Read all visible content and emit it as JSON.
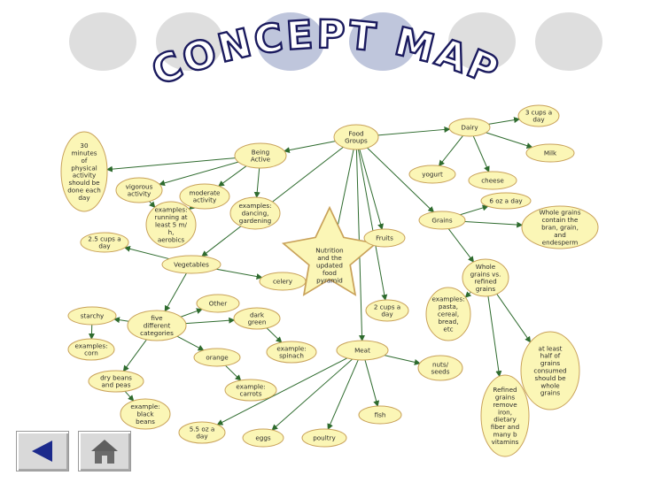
{
  "title": "CONCEPT MAP",
  "colors": {
    "node_fill": "#fbf6b6",
    "node_stroke": "#c9a25a",
    "edge": "#2e6b2e",
    "star_fill": "#fbf6b6",
    "title_fill": "#ffffff",
    "title_stroke": "#1a1a5e",
    "deco_circle_light": "#d8d8d8",
    "deco_circle_mid": "#b9c0d8"
  },
  "nodes": [
    {
      "id": "food_groups",
      "lines": [
        "Food",
        "Groups"
      ]
    },
    {
      "id": "dairy",
      "lines": [
        "Dairy"
      ]
    },
    {
      "id": "three_cups",
      "lines": [
        "3 cups a",
        "day"
      ]
    },
    {
      "id": "milk",
      "lines": [
        "Milk"
      ]
    },
    {
      "id": "yogurt",
      "lines": [
        "yogurt"
      ]
    },
    {
      "id": "cheese",
      "lines": [
        "cheese"
      ]
    },
    {
      "id": "six_oz",
      "lines": [
        "6 oz a day"
      ]
    },
    {
      "id": "whole_grains_contain",
      "lines": [
        "Whole grains",
        "contain the",
        "bran, grain,",
        "and",
        "endesperm"
      ]
    },
    {
      "id": "grains",
      "lines": [
        "Grains"
      ]
    },
    {
      "id": "whole_vs_refined",
      "lines": [
        "Whole",
        "grains vs.",
        "refined",
        "grains"
      ]
    },
    {
      "id": "grain_examples",
      "lines": [
        "examples:",
        "pasta,",
        "cereal,",
        "bread,",
        "etc"
      ]
    },
    {
      "id": "at_least_half",
      "lines": [
        "at least",
        "half of",
        "grains",
        "consumed",
        "should be",
        "whole",
        "grains"
      ]
    },
    {
      "id": "refined_grains",
      "lines": [
        "Refined",
        "grains",
        "remove",
        "iron,",
        "dietary",
        "fiber and",
        "many b",
        "vitamins"
      ]
    },
    {
      "id": "fruits",
      "lines": [
        "Fruits"
      ]
    },
    {
      "id": "two_cups",
      "lines": [
        "2 cups a",
        "day"
      ]
    },
    {
      "id": "meat",
      "lines": [
        "Meat"
      ]
    },
    {
      "id": "nuts_seeds",
      "lines": [
        "nuts/",
        "seeds"
      ]
    },
    {
      "id": "fish",
      "lines": [
        "fish"
      ]
    },
    {
      "id": "poultry",
      "lines": [
        "poultry"
      ]
    },
    {
      "id": "eggs",
      "lines": [
        "eggs"
      ]
    },
    {
      "id": "five_oz",
      "lines": [
        "5.5 oz a",
        "day"
      ]
    },
    {
      "id": "being_active",
      "lines": [
        "Being",
        "Active"
      ]
    },
    {
      "id": "thirty_min",
      "lines": [
        "30",
        "minutes",
        "of",
        "physical",
        "activity",
        "should be",
        "done each",
        "day"
      ]
    },
    {
      "id": "vigorous",
      "lines": [
        "vigorous",
        "activity"
      ]
    },
    {
      "id": "moderate",
      "lines": [
        "moderate",
        "activity"
      ]
    },
    {
      "id": "running",
      "lines": [
        "examples:",
        "running at",
        "least 5 m/",
        "h,",
        "aerobics"
      ]
    },
    {
      "id": "dancing",
      "lines": [
        "examples:",
        "dancing,",
        "gardening"
      ]
    },
    {
      "id": "vegetables",
      "lines": [
        "Vegetables"
      ]
    },
    {
      "id": "two_half_cups",
      "lines": [
        "2.5 cups a",
        "day"
      ]
    },
    {
      "id": "celery",
      "lines": [
        "celery"
      ]
    },
    {
      "id": "other",
      "lines": [
        "Other"
      ]
    },
    {
      "id": "five_categories",
      "lines": [
        "five",
        "different",
        "categories"
      ]
    },
    {
      "id": "starchy",
      "lines": [
        "starchy"
      ]
    },
    {
      "id": "corn",
      "lines": [
        "examples:",
        "corn"
      ]
    },
    {
      "id": "dry_beans",
      "lines": [
        "dry beans",
        "and peas"
      ]
    },
    {
      "id": "black_beans",
      "lines": [
        "example:",
        "black",
        "beans"
      ]
    },
    {
      "id": "orange",
      "lines": [
        "orange"
      ]
    },
    {
      "id": "carrots",
      "lines": [
        "example:",
        "carrots"
      ]
    },
    {
      "id": "dark_green",
      "lines": [
        "dark",
        "green"
      ]
    },
    {
      "id": "spinach",
      "lines": [
        "example:",
        "spinach"
      ]
    }
  ],
  "star": {
    "lines": [
      "Nutrition",
      "and the",
      "updated",
      "food",
      "pyramid"
    ]
  },
  "nav": {
    "back_icon": "back-arrow-icon",
    "home_icon": "home-icon"
  }
}
